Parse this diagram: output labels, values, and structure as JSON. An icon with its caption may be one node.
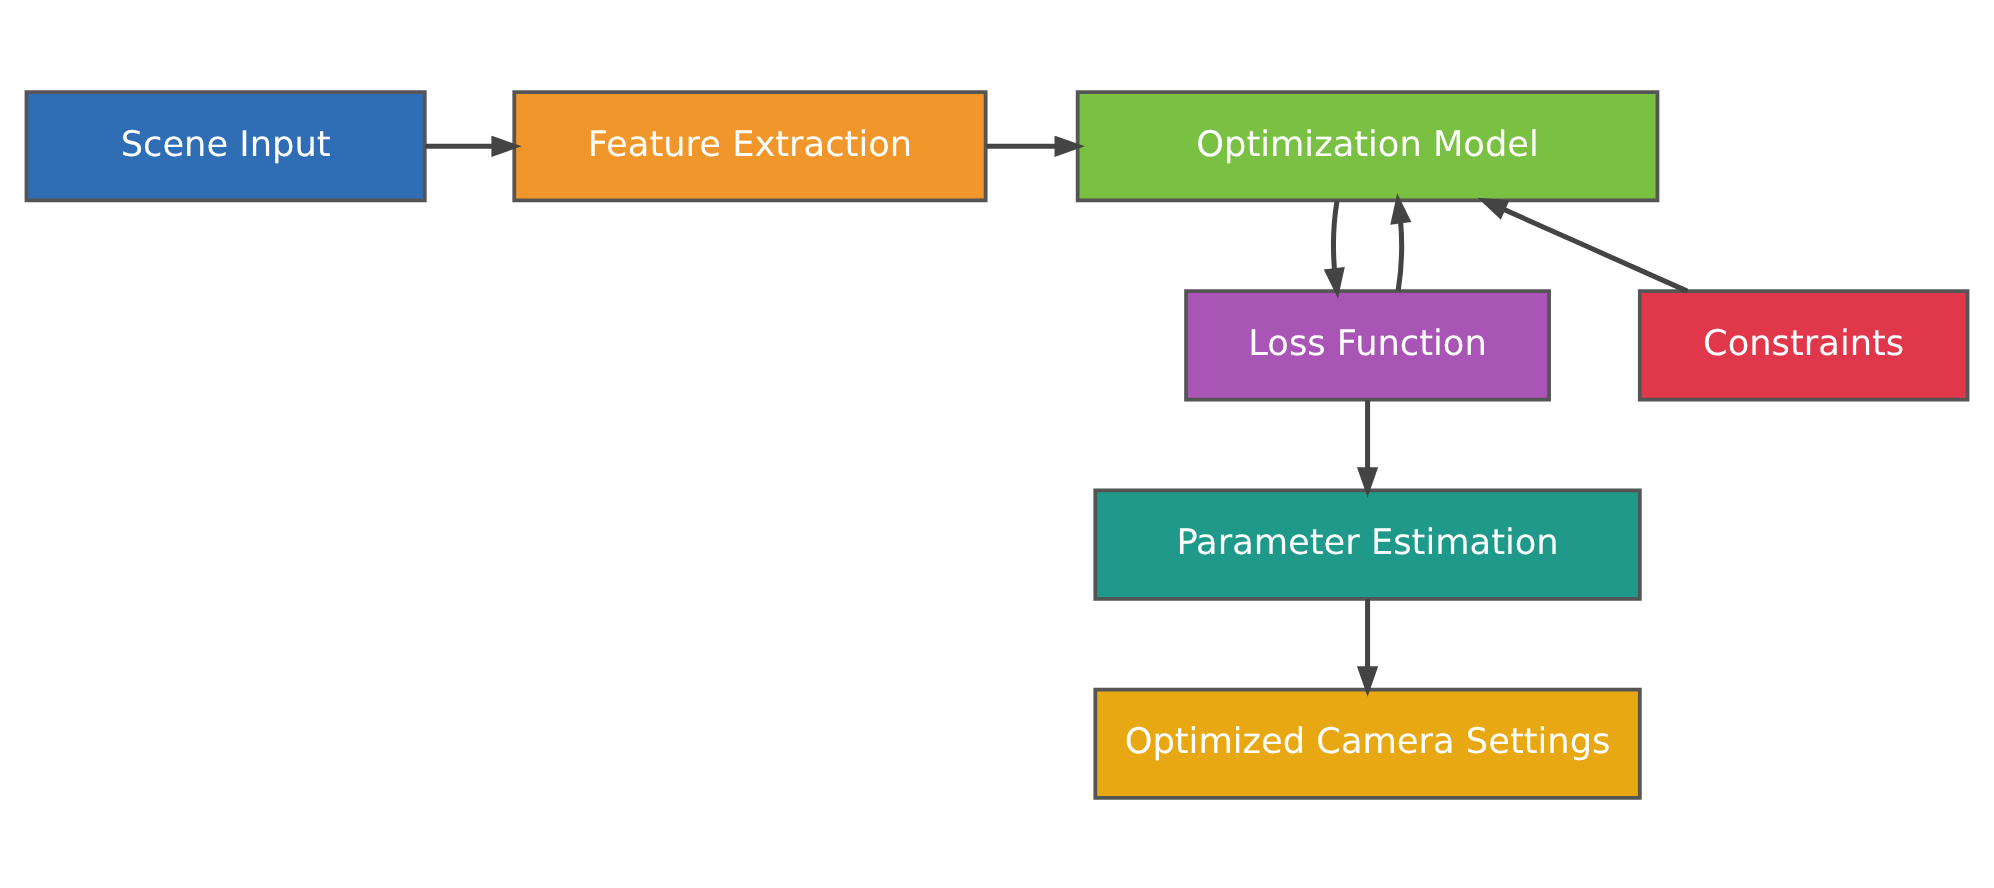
{
  "diagram": {
    "nodes": [
      {
        "text": [
          "Scene Input"
        ]
      },
      {
        "text": [
          "Feature Extraction"
        ]
      },
      {
        "text": [
          "Optimization Model"
        ]
      },
      {
        "text": [
          "Constraints"
        ]
      },
      {
        "text": [
          "Loss Function"
        ]
      },
      {
        "text": [
          "Parameter Estimation"
        ]
      },
      {
        "text": [
          "Optimized Camera Settings"
        ]
      }
    ],
    "edges": [
      {
        "from": 0,
        "to": 1,
        "arrow": "to"
      },
      {
        "from": 1,
        "to": 2,
        "arrow": "to"
      },
      {
        "from": 3,
        "to": 2,
        "arrow": "to"
      },
      {
        "from": 2,
        "to": 4,
        "arrow": "to"
      },
      {
        "from": 4,
        "to": 2,
        "arrow": "to"
      },
      {
        "from": 4,
        "to": 5,
        "arrow": "to"
      },
      {
        "from": 5,
        "to": 6,
        "arrow": "to"
      }
    ]
  }
}
